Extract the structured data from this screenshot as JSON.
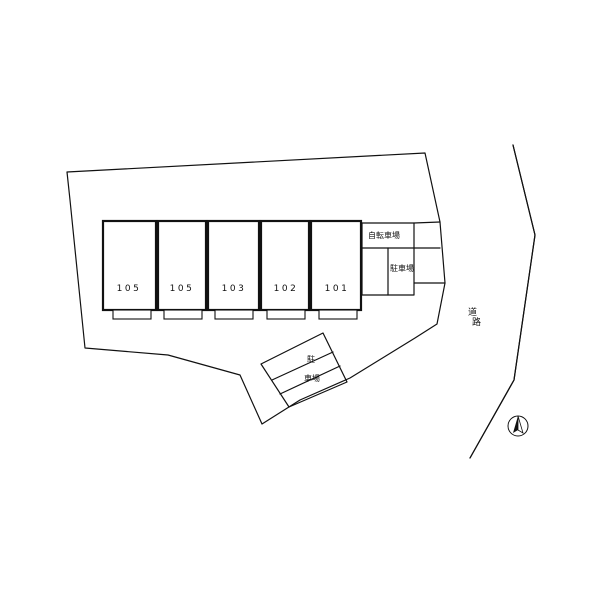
{
  "units": [
    {
      "label": "105"
    },
    {
      "label": "105"
    },
    {
      "label": "103"
    },
    {
      "label": "102"
    },
    {
      "label": "101"
    }
  ],
  "bicycle_parking_label": "自転車場",
  "parking_label_right": "駐車場",
  "parking_label_bottom_top": "駐",
  "parking_label_bottom_bottom": "車場",
  "road_label_top": "道",
  "road_label_bottom": "路",
  "north_arrow_icon": "north-arrow-icon"
}
